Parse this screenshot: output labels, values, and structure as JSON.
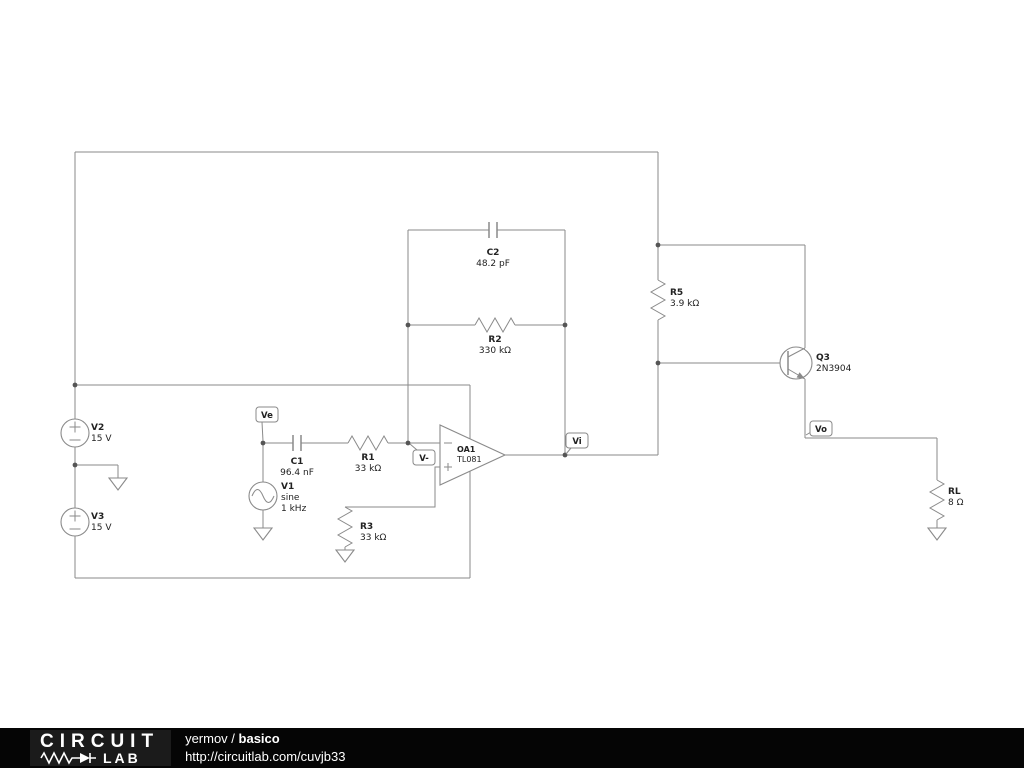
{
  "colors": {
    "wire": "#8a8a8a",
    "label": "#222222",
    "footer_bg": "#050505",
    "logo_bg": "#1b1b1b",
    "footer_text": "#ffffff"
  },
  "components": {
    "v2": {
      "name": "V2",
      "value": "15 V"
    },
    "v3": {
      "name": "V3",
      "value": "15 V"
    },
    "v1": {
      "name": "V1",
      "value_line1": "sine",
      "value_line2": "1 kHz"
    },
    "c1": {
      "name": "C1",
      "value": "96.4 nF"
    },
    "r1": {
      "name": "R1",
      "value": "33 kΩ"
    },
    "r3": {
      "name": "R3",
      "value": "33 kΩ"
    },
    "r2": {
      "name": "R2",
      "value": "330 kΩ"
    },
    "c2": {
      "name": "C2",
      "value": "48.2 pF"
    },
    "r5": {
      "name": "R5",
      "value": "3.9 kΩ"
    },
    "oa1": {
      "name": "OA1",
      "value": "TL081"
    },
    "q3": {
      "name": "Q3",
      "value": "2N3904"
    },
    "rl": {
      "name": "RL",
      "value": "8 Ω"
    }
  },
  "nodes": {
    "ve": "Ve",
    "v_minus": "V-",
    "vi": "Vi",
    "vo": "Vo"
  },
  "footer": {
    "logo_line1": "CIRCUIT",
    "logo_line2": "LAB",
    "author": "yermov",
    "separator": " / ",
    "title": "basico",
    "url": "http://circuitlab.com/cuvjb33"
  }
}
